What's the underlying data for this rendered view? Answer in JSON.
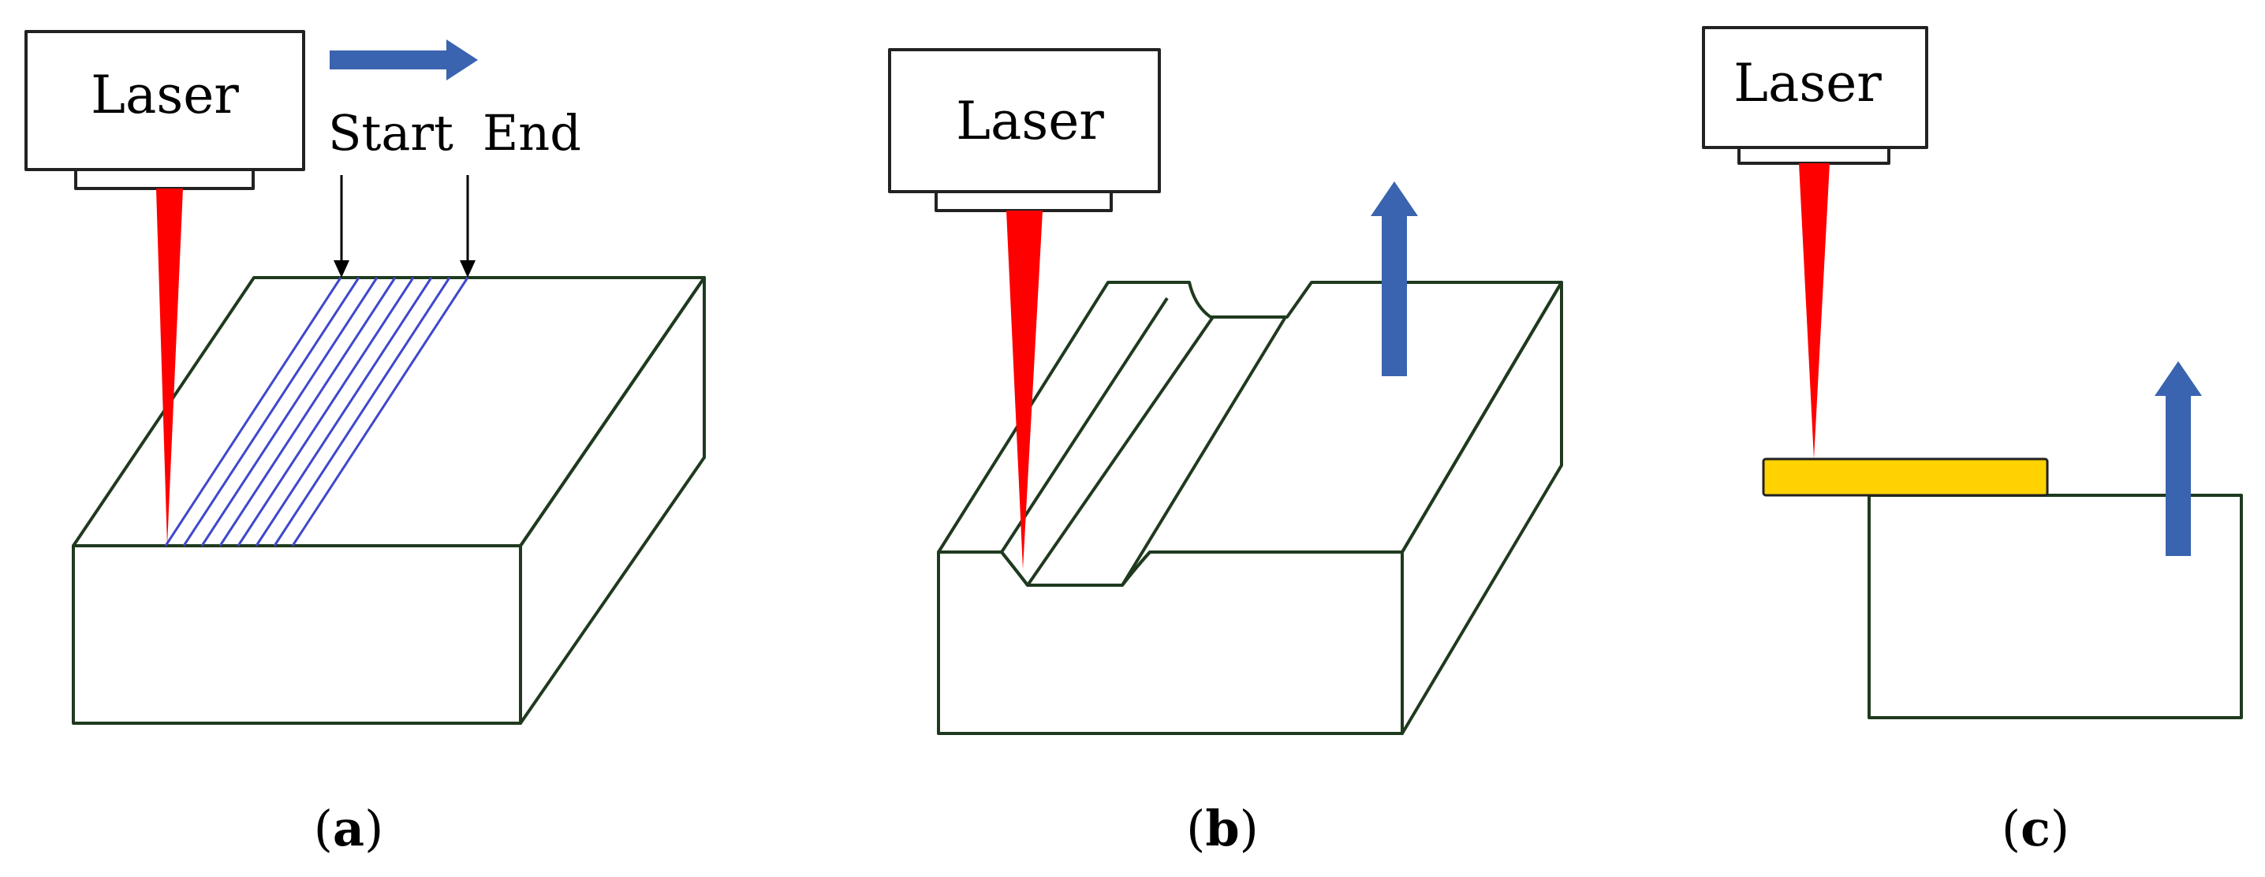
{
  "panels": [
    {
      "id": "a",
      "laser_label": "Laser",
      "caption": "a",
      "start_label": "Start",
      "end_label": "End"
    },
    {
      "id": "b",
      "laser_label": "Laser",
      "caption": "b"
    },
    {
      "id": "c",
      "laser_label": "Laser",
      "caption": "c"
    }
  ],
  "colors": {
    "outline": "#1f3a1f",
    "beam": "#ff0000",
    "motion_arrow": "#3a63b0",
    "scan_lines": "#3f48cc",
    "deposit": "#ffd200",
    "deposit_outline": "#222222"
  },
  "icons": {
    "motion": "blue-arrow",
    "pointer": "black-down-arrow"
  }
}
